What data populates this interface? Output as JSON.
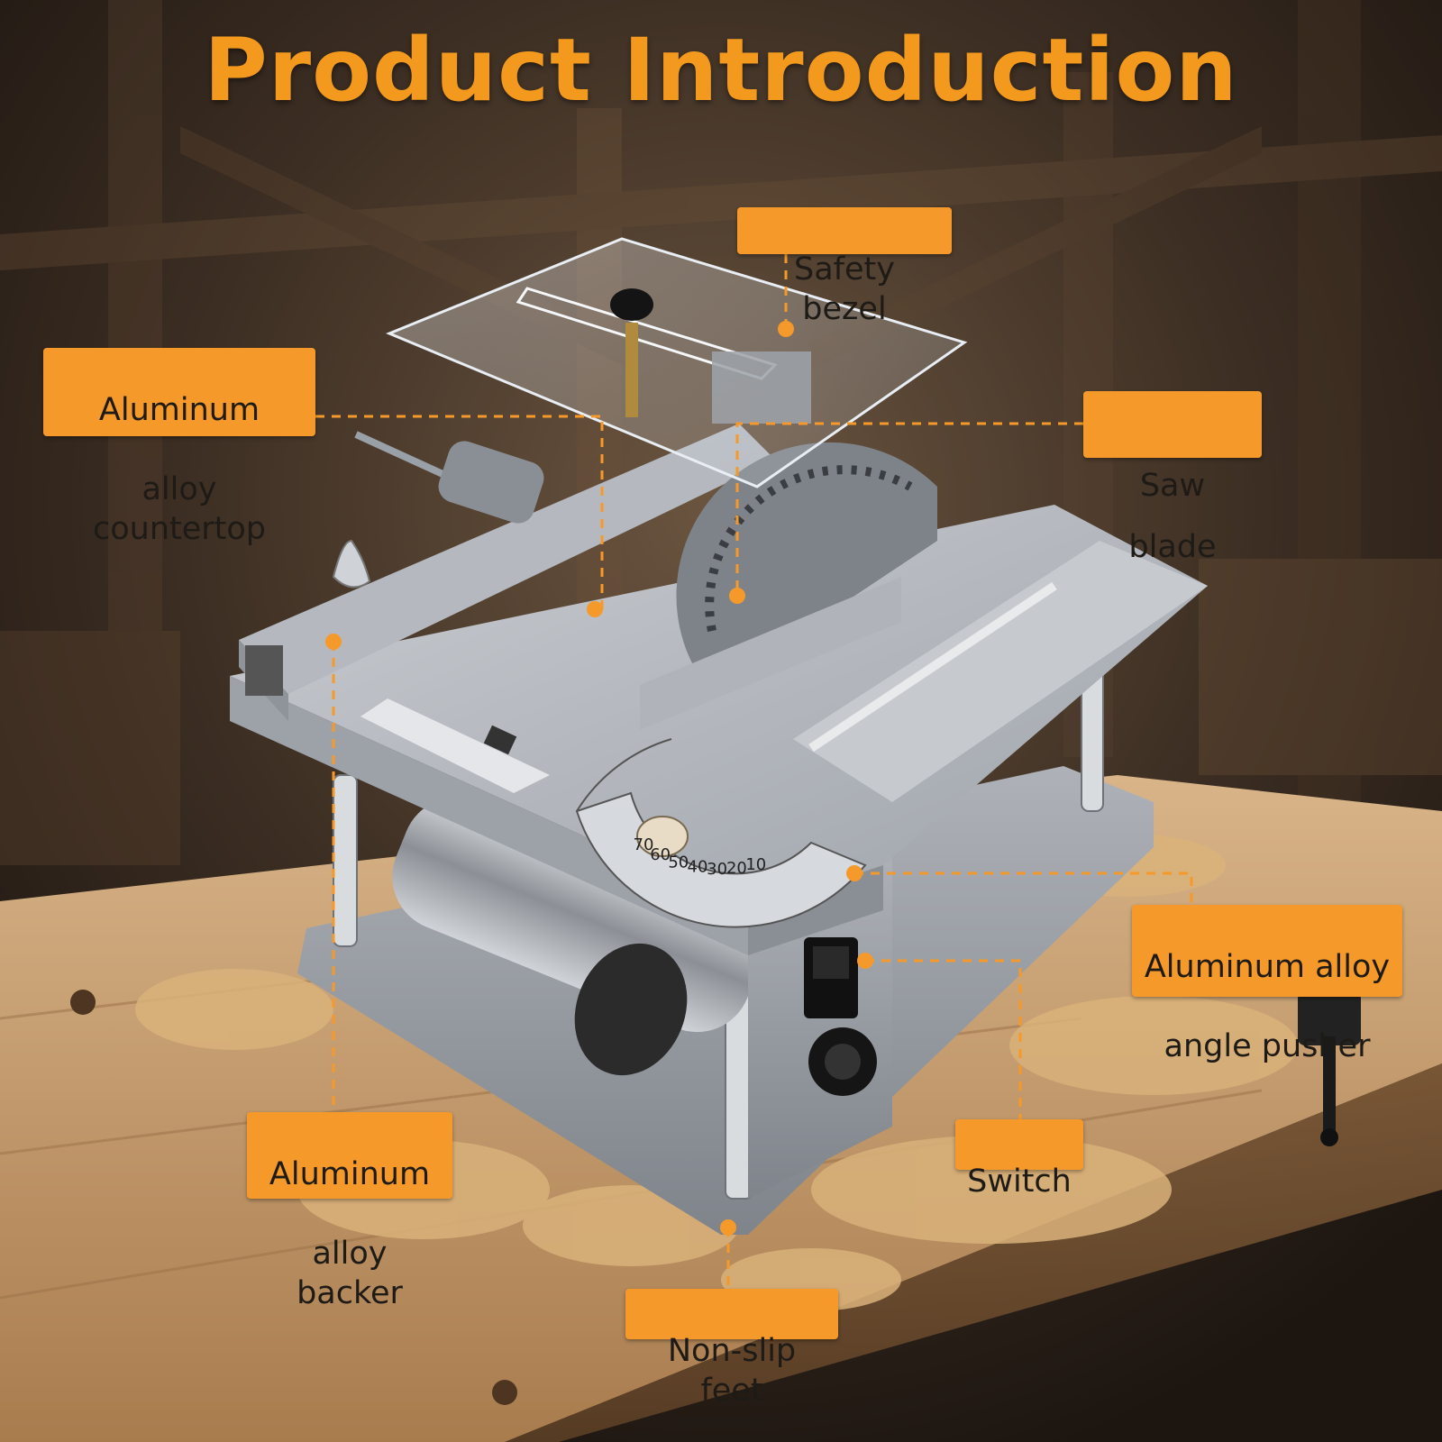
{
  "title": "Product Introduction",
  "labels": {
    "safety_bezel": "Safety bezel",
    "countertop_line1": "Aluminum",
    "countertop_line2": "alloy countertop",
    "saw_blade": "Saw blade",
    "pusher_line1": "Aluminum alloy",
    "pusher_line2": "angle pusher",
    "backer_line1": "Aluminum",
    "backer_line2": "alloy backer",
    "switch": "Switch",
    "non_slip_feet": "Non-slip feet"
  },
  "protractor_ticks": [
    "10",
    "20",
    "30",
    "40",
    "50",
    "60",
    "70"
  ],
  "colors": {
    "accent": "#f59a2a",
    "title": "#f39a1e",
    "metal": "#b8bcc2",
    "wood": "#c49a68"
  }
}
